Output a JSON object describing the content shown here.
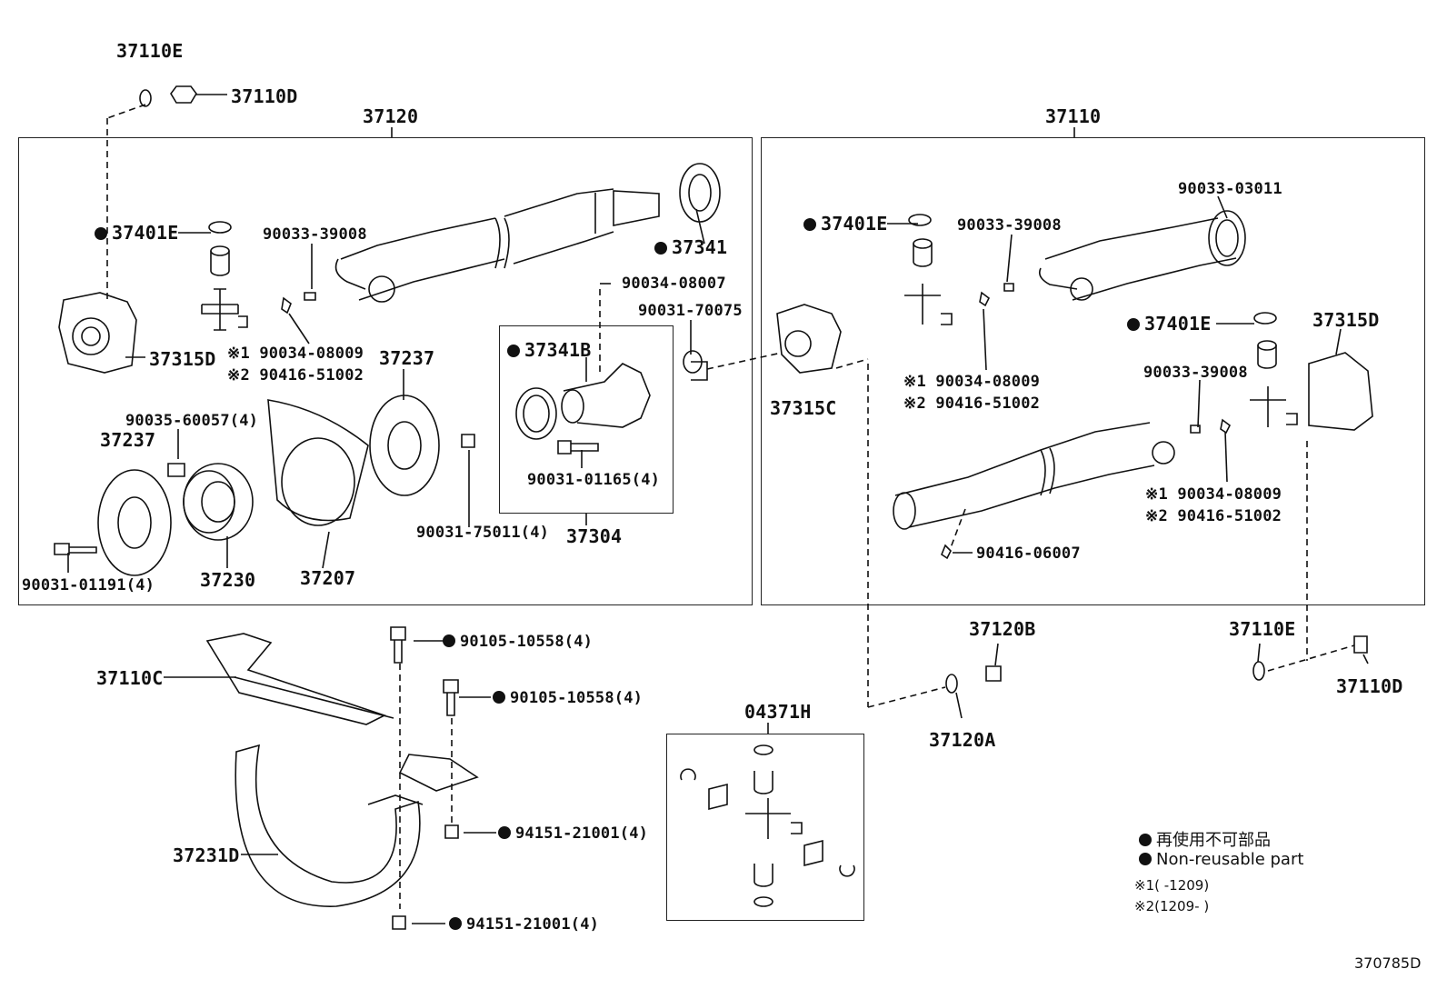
{
  "groups": {
    "rear_shaft": "37120",
    "front_shaft": "37110",
    "spider_kit": "04371H",
    "bearing_set": "37304"
  },
  "labels": {
    "p37110e_top": "37110E",
    "p37110d_top": "37110D",
    "l_37401e": "37401E",
    "l_90033_39008": "90033-39008",
    "l_37341": "37341",
    "l_90034_08007": "90034-08007",
    "l_90031_70075": "90031-70075",
    "l_37315d": "37315D",
    "l_note1": "※1 90034-08009",
    "l_note2": "※2 90416-51002",
    "l_37237a": "37237",
    "l_37341b": "37341B",
    "l_90035": "90035-60057(4)",
    "l_37237b": "37237",
    "l_90031_01165": "90031-01165(4)",
    "l_90031_75011": "90031-75011(4)",
    "l_90031_01191": "90031-01191(4)",
    "l_37230": "37230",
    "l_37207": "37207",
    "r_90033_03011": "90033-03011",
    "r_37401e_a": "37401E",
    "r_90033_39008_a": "90033-39008",
    "r_37401e_b": "37401E",
    "r_37315d": "37315D",
    "r_37315c": "37315C",
    "r_note1_a": "※1 90034-08009",
    "r_note2_a": "※2 90416-51002",
    "r_90033_39008_b": "90033-39008",
    "r_note1_b": "※1 90034-08009",
    "r_note2_b": "※2 90416-51002",
    "r_90416_06007": "90416-06007",
    "b_37110c": "37110C",
    "b_90105_a": "90105-10558(4)",
    "b_90105_b": "90105-10558(4)",
    "b_94151_a": "94151-21001(4)",
    "b_94151_b": "94151-21001(4)",
    "b_37231d": "37231D",
    "b_37120b": "37120B",
    "b_37120a": "37120A",
    "b_37110e": "37110E",
    "b_37110d": "37110D"
  },
  "legend": {
    "line1": "再使用不可部品",
    "line2": "Non-reusable part",
    "line3": "※1(        -1209)",
    "line4": "※2(1209-        )"
  },
  "figure_id": "370785D"
}
